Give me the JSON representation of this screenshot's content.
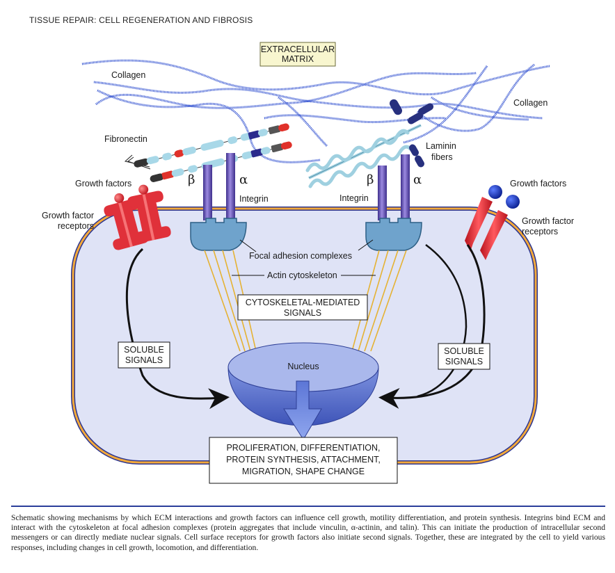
{
  "header": {
    "title": "TISSUE REPAIR: CELL REGENERATION AND FIBROSIS"
  },
  "diagram": {
    "ecm_box": {
      "line1": "EXTRACELLULAR",
      "line2": "MATRIX"
    },
    "labels": {
      "collagen_left": "Collagen",
      "collagen_right": "Collagen",
      "fibronectin": "Fibronectin",
      "laminin_line1": "Laminin",
      "laminin_line2": "fibers",
      "growth_factors_left": "Growth factors",
      "growth_factors_right": "Growth factors",
      "gf_receptors_left_line1": "Growth factor",
      "gf_receptors_left_line2": "receptors",
      "gf_receptors_right_line1": "Growth factor",
      "gf_receptors_right_line2": "receptors",
      "beta": "β",
      "alpha": "α",
      "integrin": "Integrin",
      "focal_adhesion": "Focal adhesion complexes",
      "actin": "Actin cytoskeleton",
      "nucleus": "Nucleus"
    },
    "cytoskeletal_box": {
      "line1": "CYTOSKELETAL-MEDIATED",
      "line2": "SIGNALS"
    },
    "soluble_box": {
      "line1": "SOLUBLE",
      "line2": "SIGNALS"
    },
    "outcome_box": {
      "line1": "PROLIFERATION, DIFFERENTIATION,",
      "line2": "PROTEIN SYNTHESIS, ATTACHMENT,",
      "line3": "MIGRATION, SHAPE CHANGE"
    },
    "colors": {
      "cell_fill": "#dfe3f6",
      "membrane_orange": "#f3a93a",
      "membrane_blue": "#2c3590",
      "collagen_blue": "#2f4fd0",
      "integrin_purple": "#6a55b8",
      "focal_adhesion": "#6fa3cc",
      "receptor_red": "#e0313a",
      "nucleus_blue": "#6f86d6",
      "ecm_box_fill": "#f8f6cf",
      "caption_rule": "#2a3e9a"
    }
  },
  "caption": {
    "text": "Schematic showing mechanisms by which ECM interactions and growth factors can influence cell growth, motility differentiation, and protein synthesis. Integrins bind ECM and interact with the cytoskeleton at focal adhesion complexes (protein aggregates that include vinculin, α-actinin, and talin). This can initiate the production of intracellular second messengers or can directly mediate nuclear signals. Cell surface receptors for growth factors also initiate second signals. Together, these are integrated by the cell to yield various responses, including changes in cell growth, locomotion, and differentiation."
  }
}
